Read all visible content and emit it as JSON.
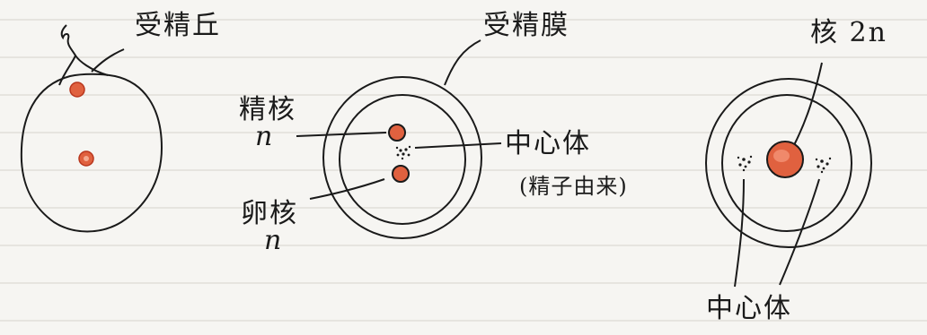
{
  "labels": {
    "fertilization_cone": "受精丘",
    "fertilization_membrane": "受精膜",
    "nucleus_2n": "核 2n",
    "sperm_nucleus": "精核",
    "sperm_nucleus_n": "n",
    "centrosome": "中心体",
    "centrosome_origin": "(精子由来)",
    "egg_nucleus": "卵核",
    "egg_nucleus_n": "n",
    "centrosome_bottom": "中心体"
  },
  "colors": {
    "ink": "#1a1a1a",
    "nucleus_fill": "#e0613f",
    "nucleus_dark": "#b8361d",
    "paper": "#f6f5f2",
    "rule_line": "#e6e4df"
  }
}
